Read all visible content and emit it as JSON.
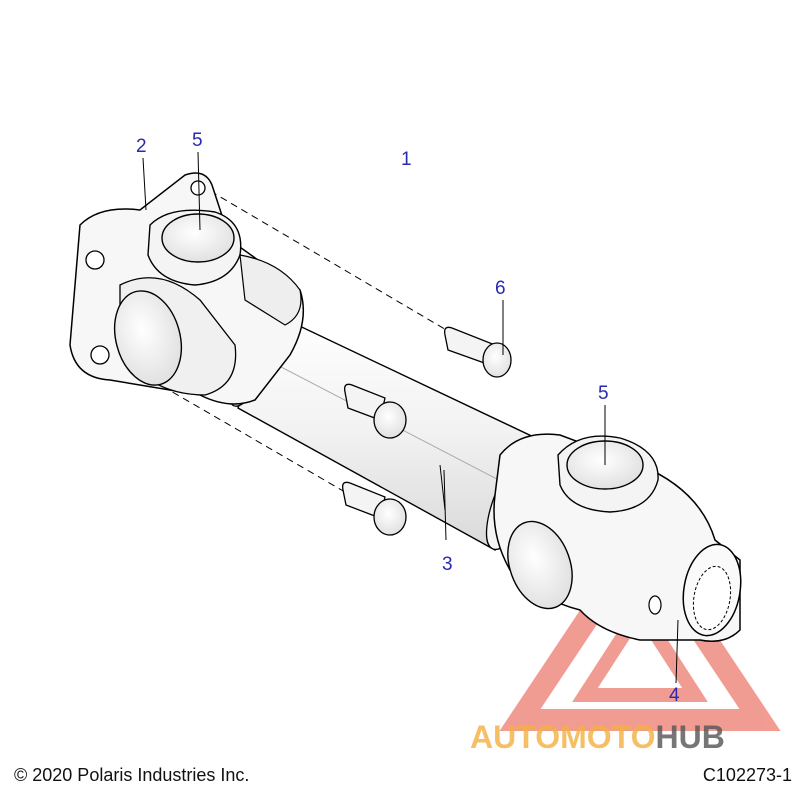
{
  "callouts": {
    "c1": "1",
    "c2": "2",
    "c3": "3",
    "c4": "4",
    "c5a": "5",
    "c5b": "5",
    "c6": "6"
  },
  "watermark": {
    "text_part1": "AUTOMOTO",
    "text_part2": "HUB",
    "color_primary": "#f5b041",
    "color_secondary": "#555555",
    "triangle_color": "#e74c3c"
  },
  "footer": {
    "copyright": "© 2020 Polaris Industries Inc.",
    "drawing_id": "C102273-1"
  },
  "colors": {
    "line": "#000000",
    "fill": "#f7f7f7",
    "callout": "#2a2ab0"
  }
}
